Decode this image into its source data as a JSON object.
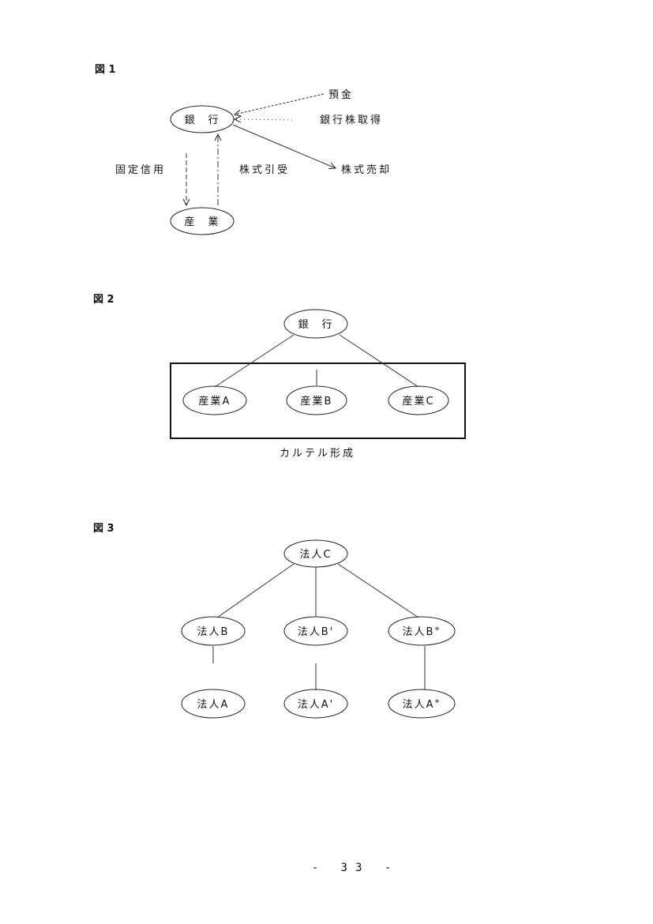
{
  "figures": {
    "fig1": {
      "label": "図 1",
      "nodes": {
        "bank": "銀　行",
        "industry": "産　業"
      },
      "annotations": {
        "deposit": "預金",
        "bank_share_acquisition": "銀行株取得",
        "stock_sale": "株式売却",
        "fixed_credit": "固定信用",
        "stock_underwriting": "株式引受"
      }
    },
    "fig2": {
      "label": "図 2",
      "nodes": {
        "bank": "銀　行",
        "industry_a": "産業A",
        "industry_b": "産業B",
        "industry_c": "産業C"
      },
      "box_caption": "カルテル形成"
    },
    "fig3": {
      "label": "図 3",
      "nodes": {
        "corp_c": "法人C",
        "corp_b": "法人B",
        "corp_b_prime": "法人B'",
        "corp_b_dprime": "法人B\"",
        "corp_a": "法人A",
        "corp_a_prime": "法人A'",
        "corp_a_dprime": "法人A\""
      }
    }
  },
  "page_number": "- 33 -"
}
